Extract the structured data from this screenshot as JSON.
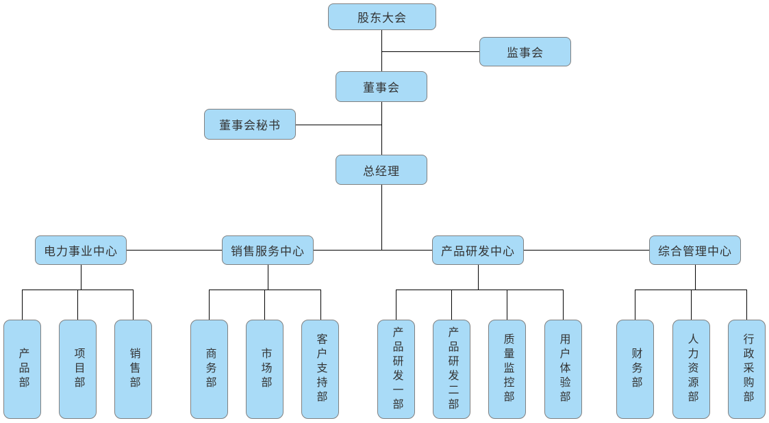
{
  "org_chart": {
    "type": "org-tree-diagram",
    "nodes": {
      "shareholders": "股东大会",
      "supervisory_board": "监事会",
      "board_of_directors": "董事会",
      "board_secretary": "董事会秘书",
      "general_manager": "总经理"
    },
    "centers": [
      {
        "label": "电力事业中心",
        "departments": [
          "产品部",
          "项目部",
          "销售部"
        ]
      },
      {
        "label": "销售服务中心",
        "departments": [
          "商务部",
          "市场部",
          "客户支持部"
        ]
      },
      {
        "label": "产品研发中心",
        "departments": [
          "产品研发一部",
          "产品研发二部",
          "质量监控部",
          "用户体验部"
        ]
      },
      {
        "label": "综合管理中心",
        "departments": [
          "财务部",
          "人力资源部",
          "行政采购部"
        ]
      }
    ],
    "colors": {
      "node_fill": "#A9DBF7",
      "node_border": "#7F7F7F",
      "line_color": "#000000",
      "text_color": "#333333",
      "background": "#FFFFFF"
    }
  }
}
